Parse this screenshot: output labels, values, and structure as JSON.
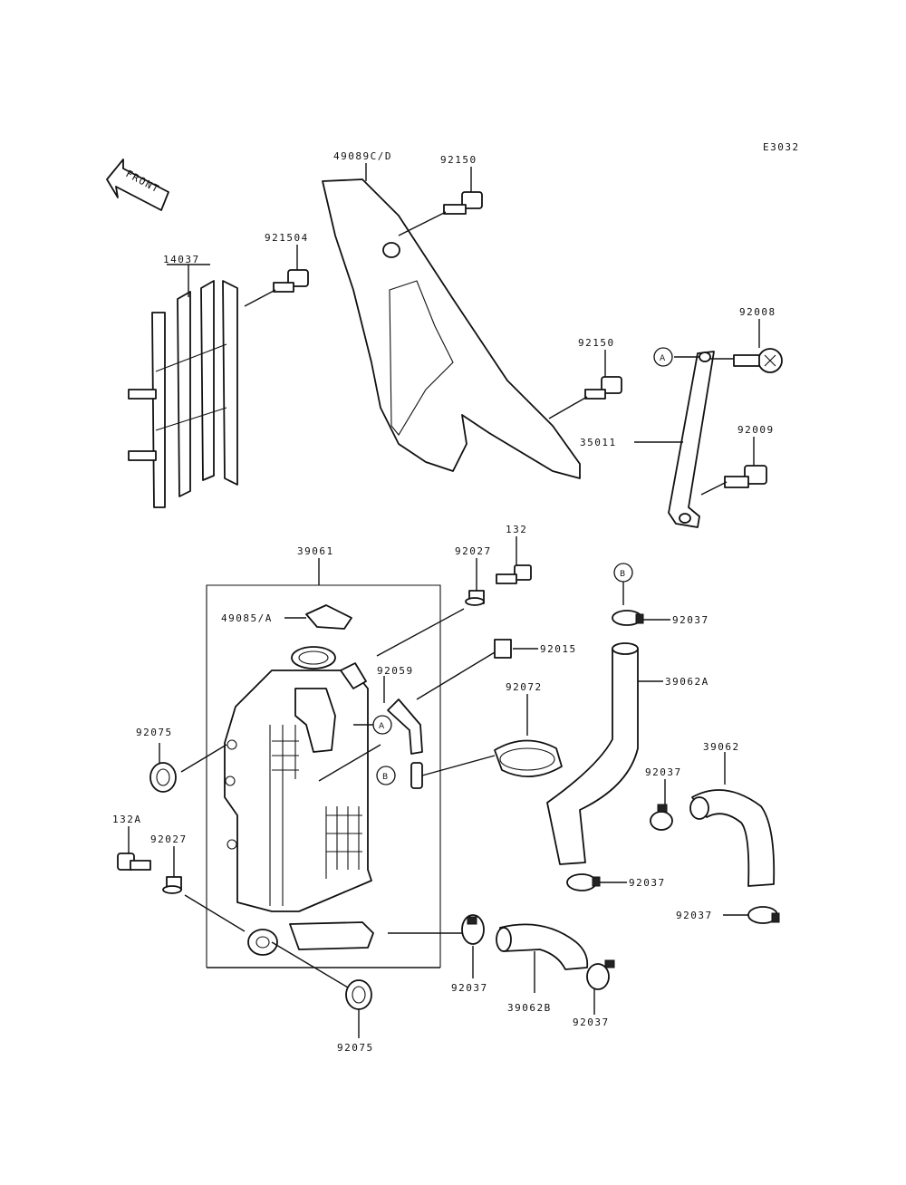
{
  "diagram_code": "E3032",
  "front_arrow": "FRONT",
  "labels": {
    "p49089": "49089C/D",
    "p92150_top": "92150",
    "p92150_mid": "92150",
    "p921504": "921504",
    "p14037": "14037",
    "p92008": "92008",
    "p92009": "92009",
    "p35011": "35011",
    "p39061": "39061",
    "p132": "132",
    "p92027_top": "92027",
    "p49085": "49085/A",
    "p92015": "92015",
    "p92059": "92059",
    "p92072": "92072",
    "p92075_left": "92075",
    "p132A": "132A",
    "p92027_low": "92027",
    "p92037_a": "92037",
    "p39062A": "39062A",
    "p39062": "39062",
    "p92037_b": "92037",
    "p92037_c": "92037",
    "p92037_d": "92037",
    "p92037_e": "92037",
    "p39062B": "39062B",
    "p92037_f": "92037",
    "p92075_bottom": "92075"
  },
  "refs": {
    "a1": "A",
    "a2": "A",
    "b1": "B",
    "b2": "B"
  }
}
